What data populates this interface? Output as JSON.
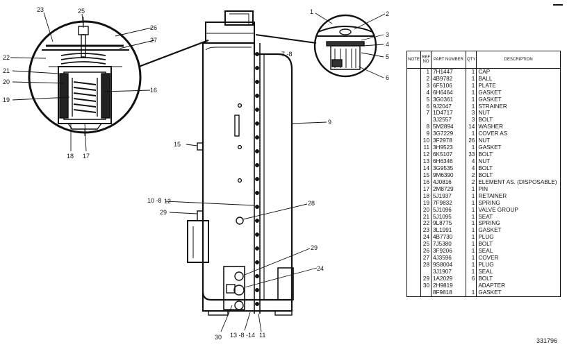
{
  "callouts": {
    "c1": "1",
    "c2": "2",
    "c3": "3",
    "c4": "4",
    "c5": "5",
    "c6": "6",
    "c7_8": "7 -8",
    "c9": "9",
    "c10_8": "10 -8",
    "c11": "11",
    "c12": "12",
    "c13_8_14": "13 -8 -14",
    "c15": "15",
    "c16": "16",
    "c17": "17",
    "c18": "18",
    "c19": "19",
    "c20": "20",
    "c21": "21",
    "c22": "22",
    "c23": "23",
    "c24": "24",
    "c25": "25",
    "c26": "26",
    "c27": "27",
    "c28": "28",
    "c29a": "29",
    "c29b": "29",
    "c30": "30"
  },
  "parts_table": {
    "headers": {
      "note": "NOTE",
      "ref": "REF NO",
      "part": "PART NUMBER",
      "qty": "QTY",
      "desc": "DESCRIPTION"
    },
    "rows": [
      {
        "ref": "1",
        "part": "7H1447",
        "qty": "1",
        "desc": "CAP"
      },
      {
        "ref": "2",
        "part": "4B9782",
        "qty": "1",
        "desc": "BALL"
      },
      {
        "ref": "3",
        "part": "6F5106",
        "qty": "1",
        "desc": "PLATE"
      },
      {
        "ref": "4",
        "part": "6H6464",
        "qty": "1",
        "desc": "GASKET"
      },
      {
        "ref": "5",
        "part": "3G0361",
        "qty": "1",
        "desc": "GASKET"
      },
      {
        "ref": "6",
        "part": "9J2047",
        "qty": "1",
        "desc": "STRAINER"
      },
      {
        "ref": "7",
        "part": "1D4717",
        "qty": "3",
        "desc": "NUT"
      },
      {
        "ref": "",
        "part": "3J2557",
        "qty": "3",
        "desc": "BOLT"
      },
      {
        "ref": "8",
        "part": "5M2894",
        "qty": "14",
        "desc": "WASHER"
      },
      {
        "ref": "9",
        "part": "3G7229",
        "qty": "1",
        "desc": "COVER AS"
      },
      {
        "ref": "10",
        "part": "3F2978",
        "qty": "26",
        "desc": "NUT"
      },
      {
        "ref": "11",
        "part": "3H9523",
        "qty": "1",
        "desc": "GASKET"
      },
      {
        "ref": "12",
        "part": "6K5107",
        "qty": "33",
        "desc": "BOLT"
      },
      {
        "ref": "13",
        "part": "6H6346",
        "qty": "4",
        "desc": "NUT"
      },
      {
        "ref": "14",
        "part": "3G9535",
        "qty": "4",
        "desc": "BOLT"
      },
      {
        "ref": "15",
        "part": "9M6390",
        "qty": "2",
        "desc": "BOLT"
      },
      {
        "ref": "16",
        "part": "4J0816",
        "qty": "2",
        "desc": "ELEMENT AS. (DISPOSABLE)"
      },
      {
        "ref": "17",
        "part": "2M8729",
        "qty": "1",
        "desc": "PIN"
      },
      {
        "ref": "18",
        "part": "5J1937",
        "qty": "1",
        "desc": "RETAINER"
      },
      {
        "ref": "19",
        "part": "7F9832",
        "qty": "1",
        "desc": "SPRING"
      },
      {
        "ref": "20",
        "part": "5J1096",
        "qty": "1",
        "desc": "VALVE GROUP"
      },
      {
        "ref": "21",
        "part": "5J1095",
        "qty": "1",
        "desc": "SEAT"
      },
      {
        "ref": "22",
        "part": "9L8775",
        "qty": "1",
        "desc": "SPRING"
      },
      {
        "ref": "23",
        "part": "3L1991",
        "qty": "1",
        "desc": "GASKET"
      },
      {
        "ref": "24",
        "part": "4B7730",
        "qty": "1",
        "desc": "PLUG"
      },
      {
        "ref": "25",
        "part": "7J5380",
        "qty": "1",
        "desc": "BOLT"
      },
      {
        "ref": "26",
        "part": "3F9206",
        "qty": "1",
        "desc": "SEAL"
      },
      {
        "ref": "27",
        "part": "4J3596",
        "qty": "1",
        "desc": "COVER"
      },
      {
        "ref": "28",
        "part": "9S8004",
        "qty": "1",
        "desc": "PLUG"
      },
      {
        "ref": "",
        "part": "3J1907",
        "qty": "1",
        "desc": "SEAL"
      },
      {
        "ref": "29",
        "part": "1A2029",
        "qty": "6",
        "desc": "BOLT"
      },
      {
        "ref": "30",
        "part": "2H9819",
        "qty": "",
        "desc": "ADAPTER"
      },
      {
        "ref": "",
        "part": "8F9818",
        "qty": "1",
        "desc": "GASKET"
      }
    ]
  },
  "drawing_number": "331796"
}
